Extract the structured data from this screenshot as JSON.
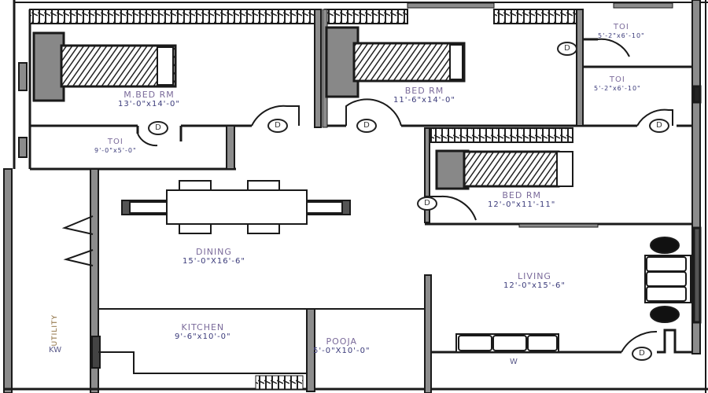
{
  "plan": {
    "rooms": [
      {
        "id": "master-bedroom",
        "name": "M.BED RM",
        "dim": "13'-0\"x14'-0\""
      },
      {
        "id": "bedroom-2",
        "name": "BED RM",
        "dim": "11'-6\"x14'-0\""
      },
      {
        "id": "toilet-1",
        "name": "TOI",
        "dim": "5'-2\"x6'-10\""
      },
      {
        "id": "toilet-2",
        "name": "TOI",
        "dim": "5'-2\"x6'-10\""
      },
      {
        "id": "toilet-master",
        "name": "TOI",
        "dim": "9'-0\"x5'-0\""
      },
      {
        "id": "bedroom-3",
        "name": "BED RM",
        "dim": "12'-0\"x11'-11\""
      },
      {
        "id": "dining",
        "name": "DINING",
        "dim": "15'-0\"X16'-6\""
      },
      {
        "id": "living",
        "name": "LIVING",
        "dim": "12'-0\"x15'-6\""
      },
      {
        "id": "kitchen",
        "name": "KITCHEN",
        "dim": "9'-6\"x10'-0\""
      },
      {
        "id": "pooja",
        "name": "POOJA",
        "dim": "5'-0\"X10'-0\""
      }
    ],
    "door_label": "D",
    "window_label": "W",
    "utility_label": "UTILITY",
    "kw_label": "KW",
    "colors": {
      "wall": "#1a1a1a",
      "wall_fill": "#8c8c8c",
      "hatch": "#2a2a2a",
      "label": "#7a6a9a",
      "dim": "#3a3a7a"
    }
  }
}
